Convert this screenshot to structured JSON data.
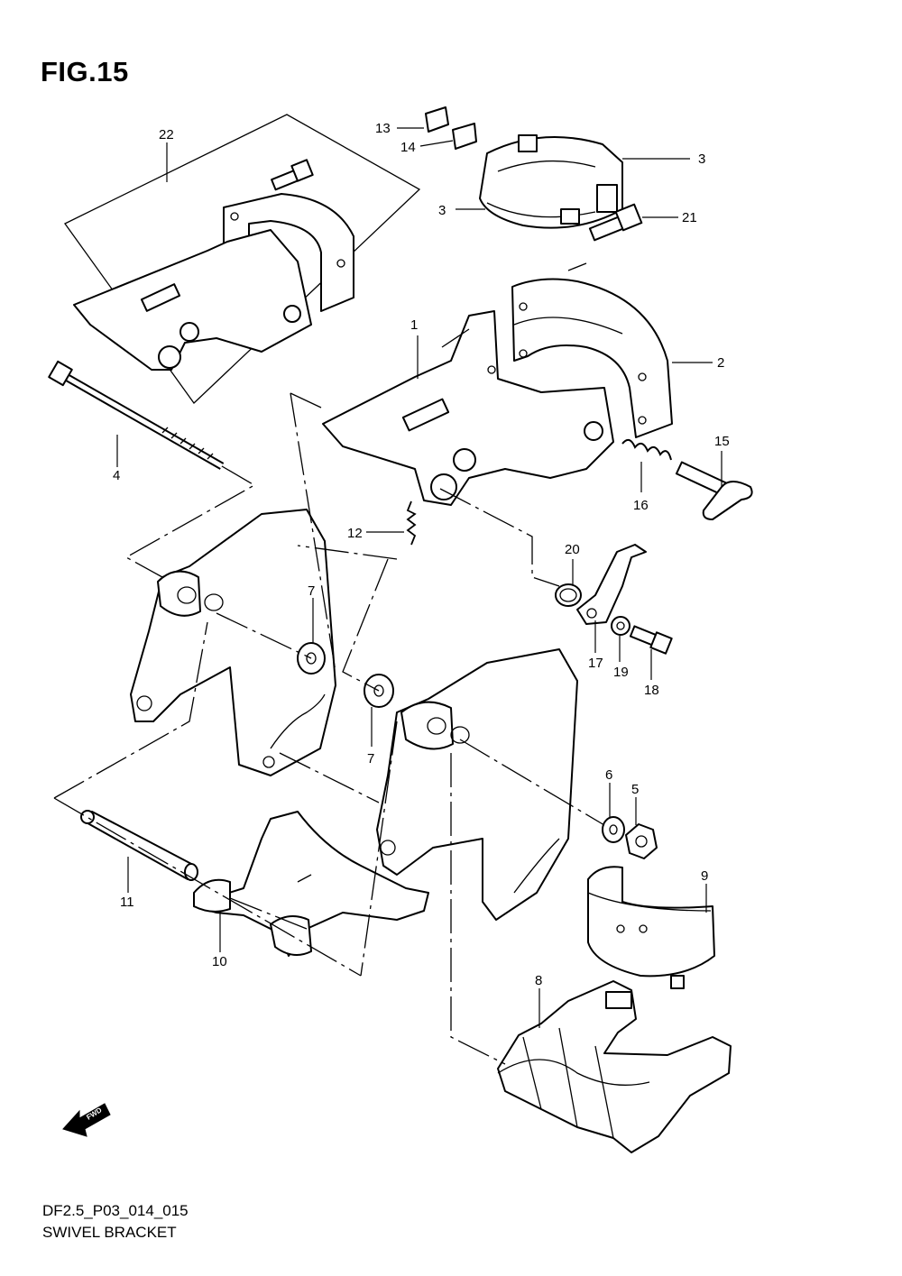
{
  "figure": {
    "title": "FIG.15"
  },
  "footer": {
    "code": "DF2.5_P03_014_015",
    "name": "SWIVEL BRACKET"
  },
  "fwd_label": "FWD",
  "callouts": {
    "c1": "1",
    "c2": "2",
    "c3a": "3",
    "c3b": "3",
    "c4": "4",
    "c5": "5",
    "c6": "6",
    "c7a": "7",
    "c7b": "7",
    "c8": "8",
    "c9": "9",
    "c10": "10",
    "c11": "11",
    "c12": "12",
    "c13": "13",
    "c14": "14",
    "c15": "15",
    "c16": "16",
    "c17": "17",
    "c18": "18",
    "c19": "19",
    "c20": "20",
    "c21": "21",
    "c22": "22"
  }
}
